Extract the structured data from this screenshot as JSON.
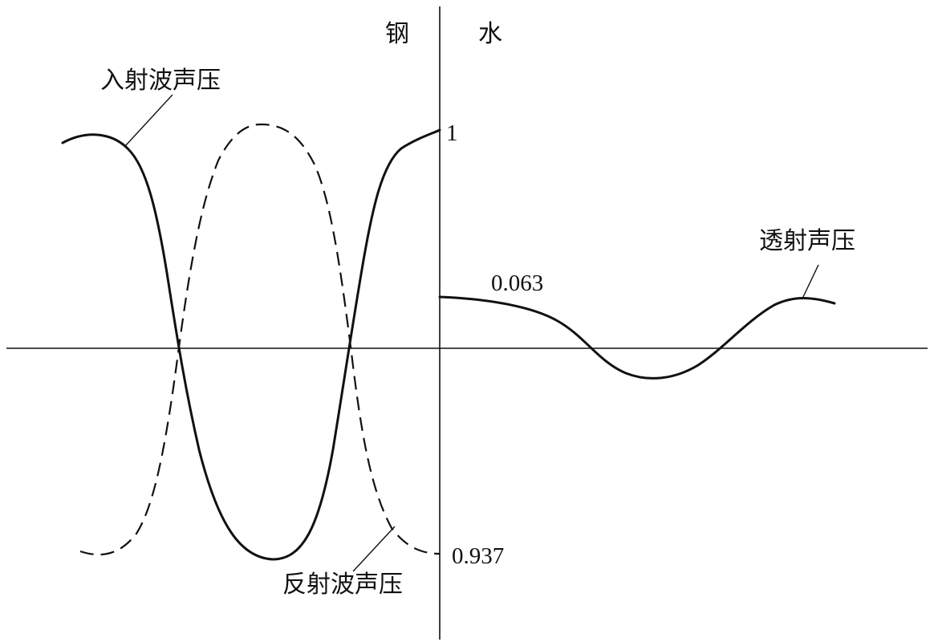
{
  "labels": {
    "steel": "钢",
    "water": "水",
    "incident": "入射波声压",
    "reflected": "反射波声压",
    "transmitted": "透射声压"
  },
  "values": {
    "incident_amplitude": "1",
    "transmitted_amplitude": "0.063",
    "reflected_amplitude": "0.937"
  },
  "colors": {
    "ink": "#111111",
    "background": "#ffffff"
  }
}
